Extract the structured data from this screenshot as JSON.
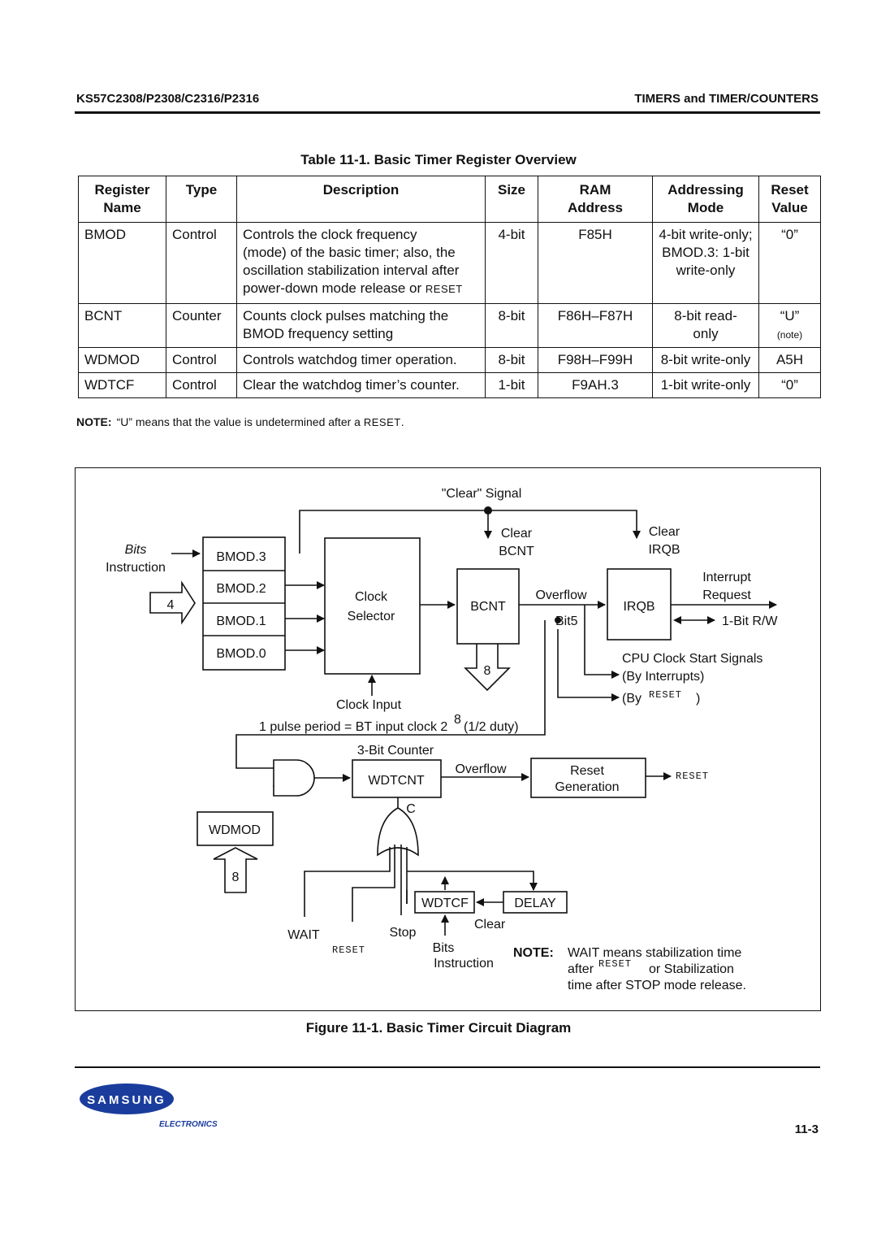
{
  "header": {
    "left": "KS57C2308/P2308/C2316/P2316",
    "right": "TIMERS and TIMER/COUNTERS"
  },
  "table": {
    "title": "Table 11-1. Basic Timer Register Overview",
    "columns": [
      {
        "line1": "Register",
        "line2": "Name"
      },
      {
        "line1": "Type",
        "line2": ""
      },
      {
        "line1": "Description",
        "line2": ""
      },
      {
        "line1": "Size",
        "line2": ""
      },
      {
        "line1": "RAM",
        "line2": "Address"
      },
      {
        "line1": "Addressing",
        "line2": "Mode"
      },
      {
        "line1": "Reset",
        "line2": "Value"
      }
    ],
    "rows": [
      {
        "name": "BMOD",
        "type": "Control",
        "description": [
          "Controls the clock frequency",
          "(mode) of the basic timer; also, the",
          "oscillation stabilization interval after",
          "power-down mode release or "
        ],
        "description_sc": "RESET",
        "size": "4-bit",
        "ram": "F85H",
        "mode": [
          "4-bit write-only;",
          "BMOD.3: 1-bit",
          "write-only"
        ],
        "reset": "“0”",
        "reset_note": ""
      },
      {
        "name": "BCNT",
        "type": "Counter",
        "description": [
          "Counts clock pulses matching the",
          "BMOD frequency setting"
        ],
        "description_sc": "",
        "size": "8-bit",
        "ram": "F86H–F87H",
        "mode": [
          "8-bit read-",
          "only"
        ],
        "reset": "“U”",
        "reset_note": "(note)"
      },
      {
        "name": "WDMOD",
        "type": "Control",
        "description": [
          "Controls watchdog timer operation."
        ],
        "description_sc": "",
        "size": "8-bit",
        "ram": "F98H–F99H",
        "mode": [
          "8-bit write-only"
        ],
        "reset": "A5H",
        "reset_note": ""
      },
      {
        "name": "WDTCF",
        "type": "Control",
        "description": [
          "Clear the watchdog timer’s counter."
        ],
        "description_sc": "",
        "size": "1-bit",
        "ram": "F9AH.3",
        "mode": [
          "1-bit write-only"
        ],
        "reset": "“0”",
        "reset_note": ""
      }
    ],
    "note_label": "NOTE:",
    "note_text": "“U” means that the value is undetermined after a ",
    "note_sc": "RESET",
    "note_end": "."
  },
  "diagram": {
    "clear_signal": "\"Clear\" Signal",
    "bits": "Bits",
    "instruction": "Instruction",
    "bus4": "4",
    "bmod3": "BMOD.3",
    "bmod2": "BMOD.2",
    "bmod1": "BMOD.1",
    "bmod0": "BMOD.0",
    "clock": "Clock",
    "selector": "Selector",
    "clear_bcnt_1": "Clear",
    "clear_bcnt_2": "BCNT",
    "clear_irqb_1": "Clear",
    "clear_irqb_2": "IRQB",
    "bcnt": "BCNT",
    "overflow": "Overflow",
    "irqb": "IRQB",
    "interrupt": "Interrupt",
    "request": "Request",
    "bit5": "Bit5",
    "rw": "1-Bit R/W",
    "cpu_clock": "CPU Clock Start Signals",
    "by_interrupts": "(By Interrupts)",
    "by_open": "(By",
    "reset_sc": "RESET",
    "by_close": ")",
    "bus8": "8",
    "clock_input": "Clock Input",
    "pulse_period_a": "1 pulse period = BT input clock 2",
    "pulse_exp": "8",
    "pulse_period_b": "(1/2 duty)",
    "bit_counter": "3-Bit Counter",
    "wdtcnt": "WDTCNT",
    "overflow2": "Overflow",
    "reset_gen_1": "Reset",
    "reset_gen_2": "Generation",
    "c_label": "C",
    "wdmod": "WDMOD",
    "bus8b": "8",
    "wdtcf": "WDTCF",
    "delay": "DELAY",
    "clear": "Clear",
    "wait": "WAIT",
    "stop": "Stop",
    "bits2": "Bits",
    "instruction2": "Instruction",
    "note_label": "NOTE:",
    "note_line1": "WAIT means stabilization time",
    "note_line2a": "after",
    "note_line2b": "or Stabilization",
    "note_line3": "time after STOP mode release."
  },
  "figure_caption": "Figure 11-1. Basic Timer Circuit Diagram",
  "footer": {
    "logo_word": "SAMSUNG",
    "logo_sub": "ELECTRONICS",
    "page": "11-3"
  },
  "colors": {
    "logo_blue": "#1a3c9c",
    "text": "#111111"
  }
}
